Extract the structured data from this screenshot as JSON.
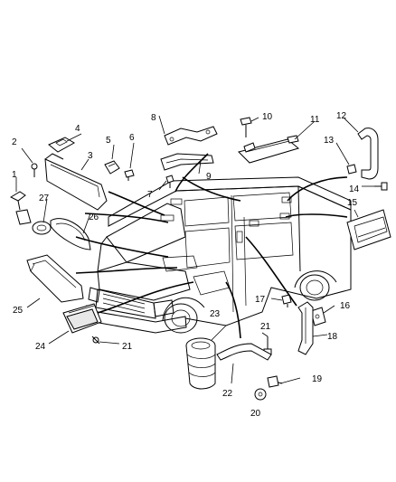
{
  "labels": {
    "p1": "1",
    "p2": "2",
    "p3": "3",
    "p4": "4",
    "p5": "5",
    "p6": "6",
    "p7": "7",
    "p8": "8",
    "p9": "9",
    "p10": "10",
    "p11": "11",
    "p12": "12",
    "p13": "13",
    "p14": "14",
    "p15": "15",
    "p16": "16",
    "p17": "17",
    "p18": "18",
    "p19": "19",
    "p20": "20",
    "p21a": "21",
    "p21b": "21",
    "p22": "22",
    "p23": "23",
    "p24": "24",
    "p25": "25",
    "p26": "26",
    "p27": "27"
  }
}
